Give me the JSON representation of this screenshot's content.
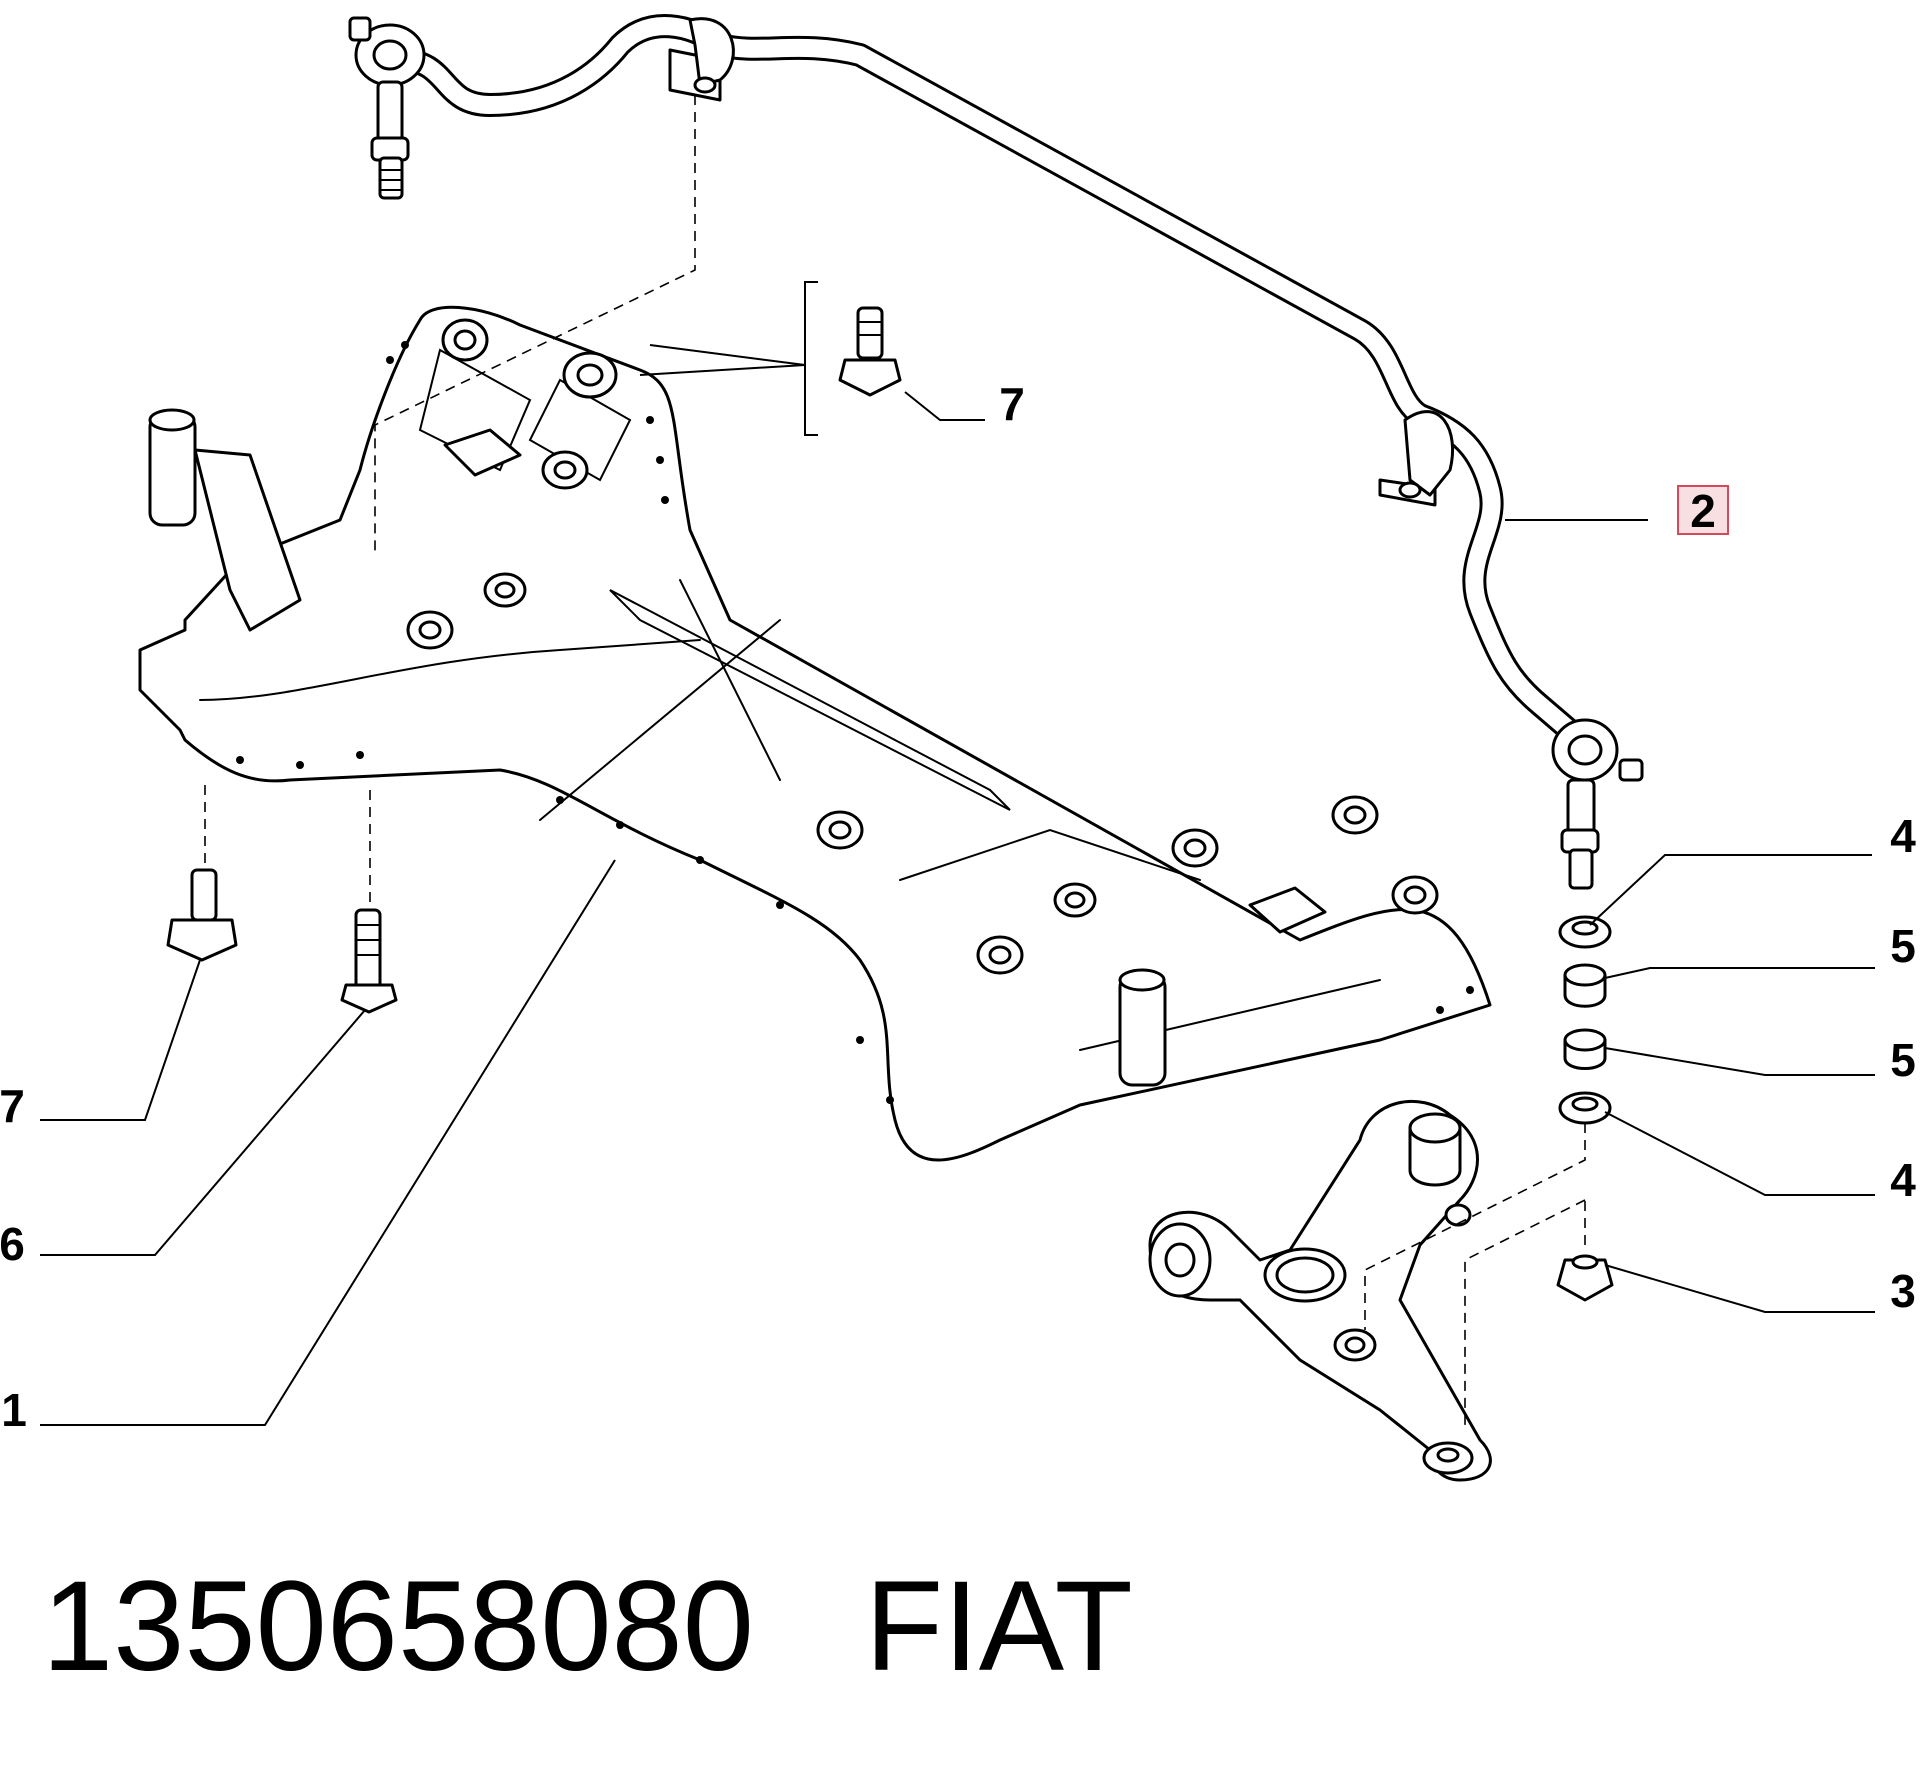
{
  "callouts": {
    "c1": "1",
    "c2": "2",
    "c3": "3",
    "c4a": "4",
    "c4b": "4",
    "c5a": "5",
    "c5b": "5",
    "c6": "6",
    "c7a": "7",
    "c7b": "7"
  },
  "highlight": {
    "callout": "2",
    "border_color": "#d24a5c",
    "fill_color": "#f8dfe2"
  },
  "footer": {
    "part_number": "1350658080",
    "brand": "FIAT"
  }
}
